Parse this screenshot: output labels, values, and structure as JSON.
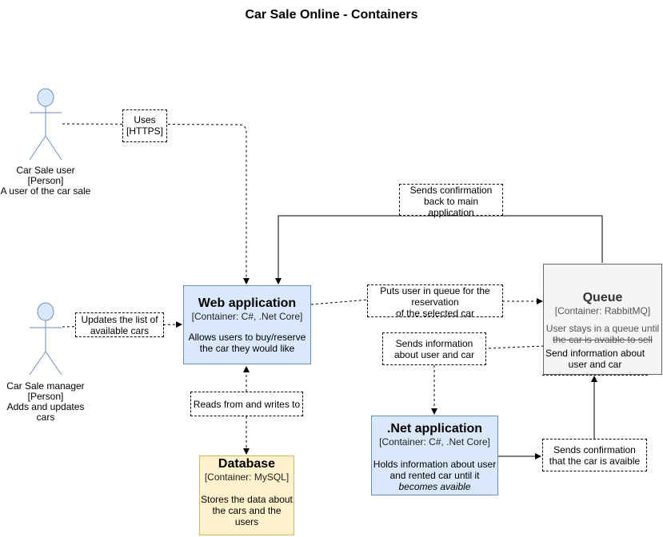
{
  "title": "Car Sale Online - Containers",
  "actors": {
    "user": {
      "name": "Car Sale user",
      "type": "[Person]",
      "description": "A user of the car sale"
    },
    "manager": {
      "name": "Car Sale manager",
      "type": "[Person]",
      "description_line1": "Adds and updates",
      "description_line2": "cars"
    }
  },
  "containers": {
    "web": {
      "name": "Web application",
      "tech": "[Container: C#, .Net Core]",
      "desc_line1": "Allows users to buy/reserve",
      "desc_line2": "the car they would like"
    },
    "net": {
      "name": ".Net application",
      "tech": "[Container: C#, .Net Core]",
      "desc_line1": "Holds information about user",
      "desc_line2": "and rented car until it",
      "desc_line3": "becomes avaible"
    },
    "db": {
      "name": "Database",
      "tech": "[Container: MySQL]",
      "desc_line1": "Stores the data about",
      "desc_line2": "the cars and the",
      "desc_line3": "users"
    },
    "queue": {
      "name": "Queue",
      "tech": "[Container: RabbitMQ]",
      "desc_line1": "User stays in a queue until",
      "desc_line2": "the car is avaible to sell"
    }
  },
  "relations": {
    "uses": {
      "line1": "Uses",
      "line2": "[HTTPS]"
    },
    "updates": {
      "line1": "Updates the list of",
      "line2": "available cars"
    },
    "confirm_back": {
      "line1": "Sends confirmation",
      "line2": "back to main",
      "line3": "application"
    },
    "puts_in_queue": {
      "line1": "Puts user in queue for the",
      "line2": "reservation",
      "line3": "of the selected car"
    },
    "sends_info_left": {
      "line1": "Sends information",
      "line2": "about user and car"
    },
    "sends_info_right": {
      "line1": "Send information about",
      "line2": "user and car"
    },
    "reads_writes": {
      "line1": "Reads from and writes to"
    },
    "confirm_available": {
      "line1": "Sends confirmation",
      "line2": "that the car is avaible"
    }
  }
}
